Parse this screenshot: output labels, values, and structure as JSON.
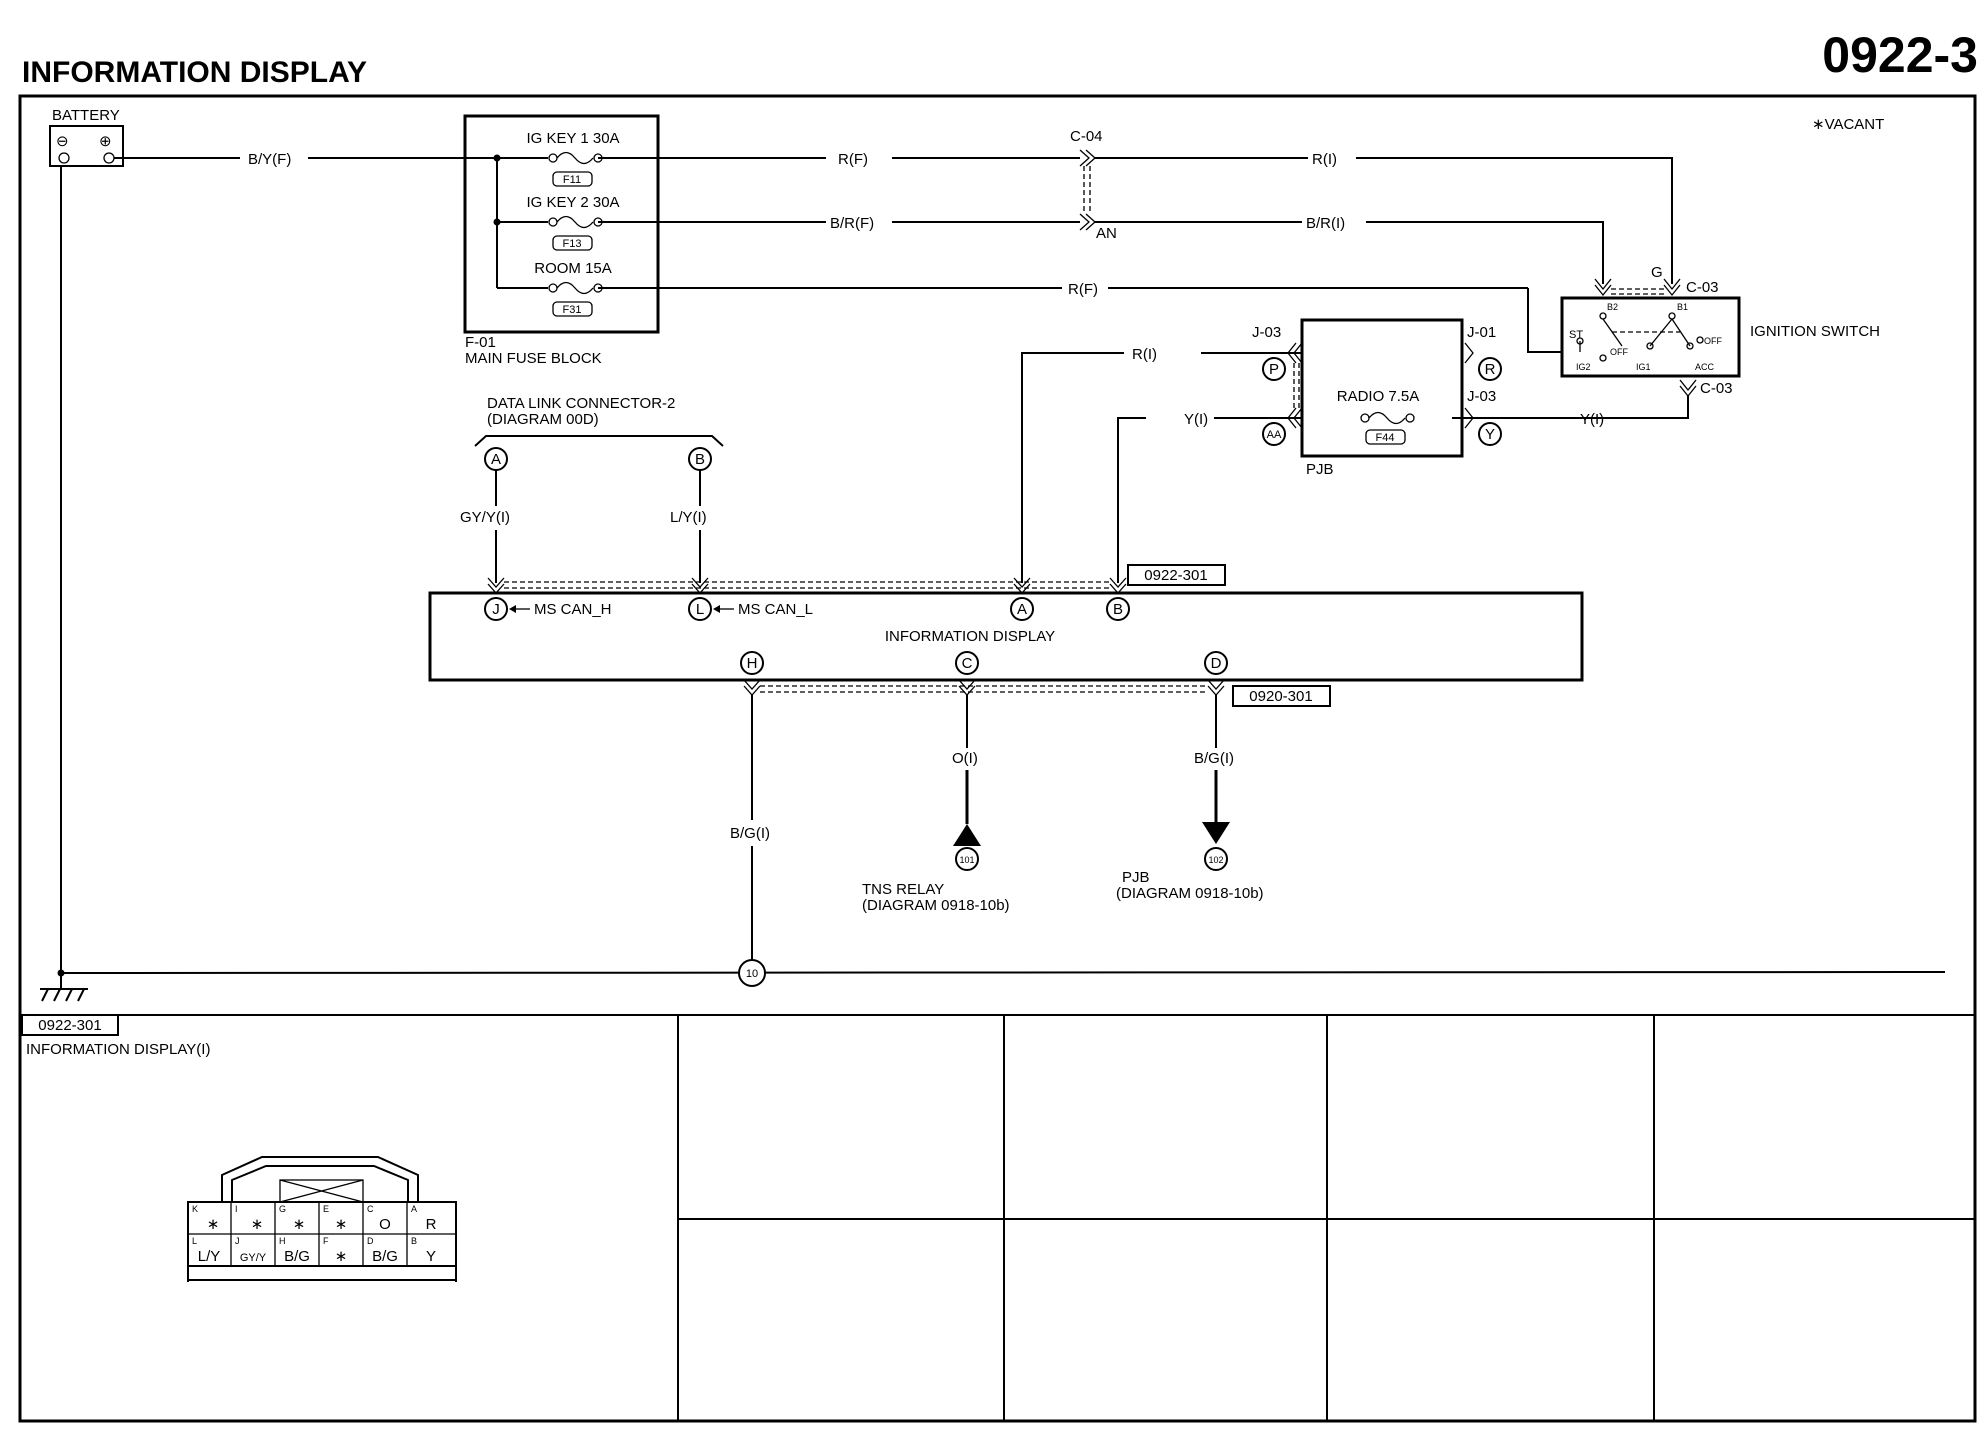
{
  "title": "INFORMATION DISPLAY",
  "page_number": "0922-3",
  "vacant_note": "∗VACANT",
  "battery": {
    "label": "BATTERY",
    "neg": "⊖",
    "pos": "⊕"
  },
  "wires": {
    "battery_out": "B/Y(F)",
    "fuse1_out": "R(F)",
    "c04_right": "R(I)",
    "fuse2_out": "B/R(F)",
    "c04_right2": "B/R(I)",
    "fuse3_out": "R(F)",
    "radio_in": "R(I)",
    "radio_y_left": "Y(I)",
    "radio_y_right": "Y(I)",
    "dlc_a": "GY/Y(I)",
    "dlc_b": "L/Y(I)",
    "h_wire": "B/G(I)",
    "c_wire": "O(I)",
    "d_wire": "B/G(I)"
  },
  "fuse_block": {
    "fuses": [
      {
        "name": "IG KEY 1 30A",
        "id": "F11"
      },
      {
        "name": "IG KEY 2 30A",
        "id": "F13"
      },
      {
        "name": "ROOM 15A",
        "id": "F31"
      }
    ],
    "code": "F-01",
    "name": "MAIN FUSE BLOCK"
  },
  "connector_c04": {
    "label": "C-04",
    "pin": "AN"
  },
  "ignition_switch": {
    "label": "IGNITION SWITCH",
    "pin_g": "G",
    "conn_top": "C-03",
    "conn_bottom": "C-03",
    "b2": "B2",
    "b1": "B1",
    "st": "ST",
    "off1": "OFF",
    "off2": "OFF",
    "ig2": "IG2",
    "ig1": "IG1",
    "acc": "ACC"
  },
  "pjb": {
    "label": "PJB",
    "fuse_name": "RADIO 7.5A",
    "fuse_id": "F44",
    "j03_top": "J-03",
    "j01": "J-01",
    "j03_right": "J-03",
    "pin_p": "P",
    "pin_aa": "AA",
    "pin_r": "R",
    "pin_y": "Y"
  },
  "dlc": {
    "label": "DATA LINK CONNECTOR-2",
    "ref": "(DIAGRAM 00D)",
    "pin_a": "A",
    "pin_b": "B"
  },
  "info_display": {
    "label": "INFORMATION DISPLAY",
    "pin_j": "J",
    "pin_l": "L",
    "pin_a": "A",
    "pin_b": "B",
    "pin_h": "H",
    "pin_c": "C",
    "pin_d": "D",
    "can_h": "MS CAN_H",
    "can_l": "MS CAN_L",
    "conn_top": "0922-301",
    "conn_bottom": "0920-301"
  },
  "tns_relay": {
    "num": "101",
    "label": "TNS RELAY",
    "ref": "(DIAGRAM 0918-10b)"
  },
  "pjb_ref": {
    "num": "102",
    "label": "PJB",
    "ref": "(DIAGRAM 0918-10b)"
  },
  "ground": {
    "num": "10"
  },
  "connector_view": {
    "code": "0922-301",
    "name": "INFORMATION DISPLAY(I)",
    "top_row": [
      {
        "pin": "K",
        "val": "∗"
      },
      {
        "pin": "I",
        "val": "∗"
      },
      {
        "pin": "G",
        "val": "∗"
      },
      {
        "pin": "E",
        "val": "∗"
      },
      {
        "pin": "C",
        "val": "O"
      },
      {
        "pin": "A",
        "val": "R"
      }
    ],
    "bottom_row": [
      {
        "pin": "L",
        "val": "L/Y"
      },
      {
        "pin": "J",
        "val": "GY/Y"
      },
      {
        "pin": "H",
        "val": "B/G"
      },
      {
        "pin": "F",
        "val": "∗"
      },
      {
        "pin": "D",
        "val": "B/G"
      },
      {
        "pin": "B",
        "val": "Y"
      }
    ]
  }
}
